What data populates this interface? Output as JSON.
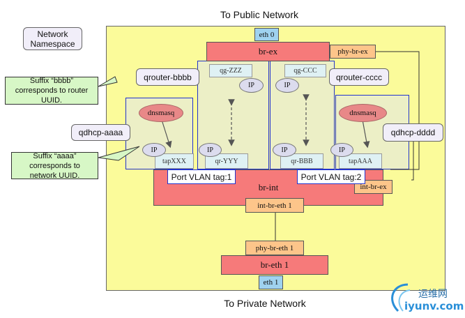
{
  "titles": {
    "top": "To Public Network",
    "bottom": "To Private Network"
  },
  "legend": {
    "namespace": "Network Namespace"
  },
  "bridges": {
    "br_ex": "br-ex",
    "br_int": "br-int",
    "br_eth": "br-eth 1"
  },
  "ports": {
    "eth0": "eth 0",
    "eth1": "eth 1",
    "phy_br_ex": "phy-br-ex",
    "int_br_ex": "int-br-ex",
    "int_br_eth": "int-br-eth 1",
    "phy_br_eth": "phy-br-eth 1"
  },
  "namespaces": {
    "qrouter_bbbb": "qrouter-bbbb",
    "qrouter_cccc": "qrouter-cccc",
    "qdhcp_aaaa": "qdhcp-aaaa",
    "qdhcp_dddd": "qdhcp-dddd"
  },
  "devices": {
    "qg_zzz": "qg-ZZZ",
    "qg_ccc": "qg-CCC",
    "qr_yyy": "qr-YYY",
    "qr_bbb": "qr-BBB",
    "tap_xxx": "tapXXX",
    "tap_aaa": "tapAAA"
  },
  "labels": {
    "ip": "IP",
    "dnsmasq": "dnsmasq"
  },
  "vlan_tags": {
    "tag1": "Port VLAN tag:1",
    "tag2": "Port VLAN tag:2"
  },
  "callouts": {
    "router": "Suffix “bbbb” corresponds to router UUID.",
    "network": "Suffix “aaaa” corresponds to network UUID."
  },
  "watermark": {
    "cn": "运维网",
    "url": "iyunv.com"
  }
}
